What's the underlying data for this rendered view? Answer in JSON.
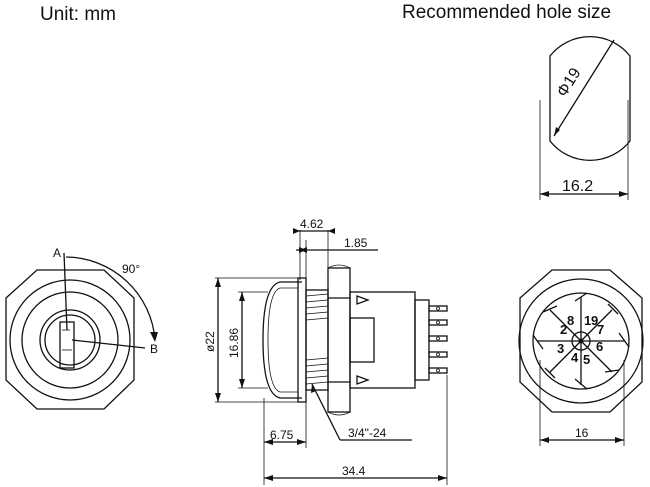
{
  "header": {
    "unit_label": "Unit:  mm",
    "hole_label": "Recommended hole size"
  },
  "hole": {
    "diameter": "Φ19",
    "flat_width": "16.2"
  },
  "front_view": {
    "label_a": "A",
    "label_b": "B",
    "angle": "90°"
  },
  "side_view": {
    "dim_4_62": "4.62",
    "dim_1_85": "1.85",
    "dim_22": "ø22",
    "dim_16_86": "16.86",
    "dim_6_75": "6.75",
    "thread": "3/4\"-24",
    "dim_34_4": "34.4"
  },
  "rear_view": {
    "width": "16",
    "pins": [
      "1",
      "2",
      "3",
      "4",
      "5",
      "6",
      "7",
      "8",
      "9"
    ]
  }
}
